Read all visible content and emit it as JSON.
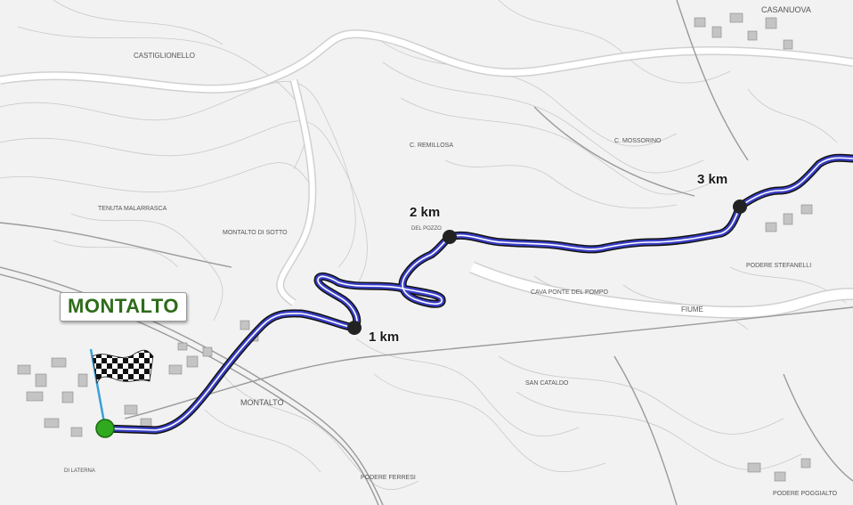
{
  "map": {
    "start": {
      "name": "MONTALTO",
      "color": "#2e6b1a"
    },
    "markers": [
      {
        "label": "1 km"
      },
      {
        "label": "2 km"
      },
      {
        "label": "3 km"
      }
    ],
    "place_labels": {
      "castiglionello": "CASTIGLIONELLO",
      "casanuova": "CASANUOVA",
      "tenuta_mararasca": "TENUTA MALARRASCA",
      "montalto_di_sotto": "MONTALTO DI SOTTO",
      "montalto": "MONTALTO",
      "remillosa": "C. REMILLOSA",
      "mossorino": "C. MOSSORINO",
      "del_pozzo": "DEL POZZO",
      "cava_ponte": "CAVA PONTE DEL POMPO",
      "stefanelli": "PODERE STEFANELLI",
      "fiume": "FIUME",
      "san_cataldo": "SAN CATALDO",
      "podere_ferresi": "PODERE FERRESI",
      "lateran": "DI LATERNA",
      "podere_poggialto": "PODERE POGGIALTO"
    },
    "colors": {
      "route_outer": "#111111",
      "route_mid": "#3a3fc8",
      "route_inner": "#ffffff",
      "start_dot": "#2faa1e",
      "marker_dot": "#222222",
      "terrain": "#f2f2f2",
      "river": "#ffffff"
    },
    "icons": {
      "start": "checkered-flag-icon"
    }
  }
}
